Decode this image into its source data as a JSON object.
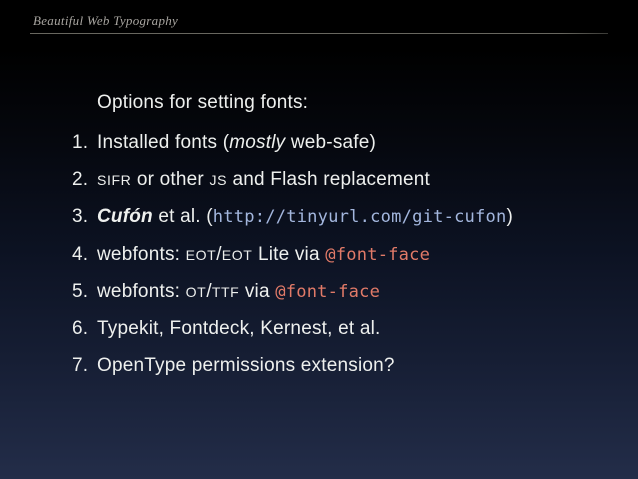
{
  "header": {
    "title": "Beautiful Web Typography"
  },
  "slide": {
    "title": "Options for setting fonts:",
    "items": [
      {
        "number": "1.",
        "segments": [
          {
            "t": "Installed fonts (",
            "s": "plain"
          },
          {
            "t": "mostly",
            "s": "italic"
          },
          {
            "t": " web-safe)",
            "s": "plain"
          }
        ]
      },
      {
        "number": "2.",
        "segments": [
          {
            "t": "SIFR",
            "s": "smallcaps"
          },
          {
            "t": " or other ",
            "s": "plain"
          },
          {
            "t": "JS",
            "s": "smallcaps"
          },
          {
            "t": " and Flash replacement",
            "s": "plain"
          }
        ]
      },
      {
        "number": "3.",
        "segments": [
          {
            "t": "Cufón",
            "s": "bold-italic"
          },
          {
            "t": " et al. (",
            "s": "plain"
          },
          {
            "t": "http://tinyurl.com/git-cufon",
            "s": "code-blue"
          },
          {
            "t": ")",
            "s": "plain"
          }
        ]
      },
      {
        "number": "4.",
        "segments": [
          {
            "t": "webfonts: ",
            "s": "plain"
          },
          {
            "t": "EOT",
            "s": "smallcaps"
          },
          {
            "t": "/",
            "s": "plain"
          },
          {
            "t": "EOT",
            "s": "smallcaps"
          },
          {
            "t": " Lite via ",
            "s": "plain"
          },
          {
            "t": "@font-face",
            "s": "code-red"
          }
        ]
      },
      {
        "number": "5.",
        "segments": [
          {
            "t": "webfonts: ",
            "s": "plain"
          },
          {
            "t": "OT",
            "s": "smallcaps"
          },
          {
            "t": "/",
            "s": "plain"
          },
          {
            "t": "TTF",
            "s": "smallcaps"
          },
          {
            "t": " via ",
            "s": "plain"
          },
          {
            "t": "@font-face",
            "s": "code-red"
          }
        ]
      },
      {
        "number": "6.",
        "segments": [
          {
            "t": "Typekit, Fontdeck, Kernest, et al.",
            "s": "plain"
          }
        ]
      },
      {
        "number": "7.",
        "segments": [
          {
            "t": "OpenType permissions extension?",
            "s": "plain"
          }
        ]
      }
    ]
  },
  "colors": {
    "background_top": "#000000",
    "background_mid": "#0c1222",
    "background_bottom": "#232d49",
    "text": "#eef0ee",
    "header_text": "#a9a6a1",
    "rule": "#68675f",
    "code_red": "#e17a68",
    "code_blue": "#a3b6dd"
  }
}
